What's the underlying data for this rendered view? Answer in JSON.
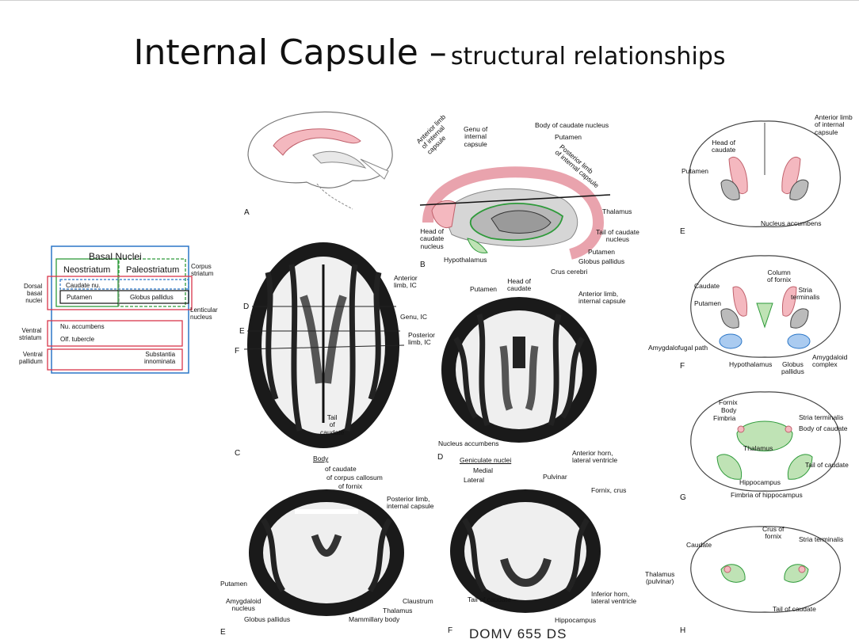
{
  "title": {
    "main": "Internal Capsule –",
    "sub": "structural relationships"
  },
  "footer": "DOMV 655 DS",
  "basal_nuclei": {
    "heading": "Basal Nuclei",
    "neostriatum": "Neostriatum",
    "paleostriatum": "Paleostriatum",
    "corpus_striatum": "Corpus\nstriatum",
    "caudate": "Caudate nu.",
    "putamen": "Putamen",
    "globus_pallidus": "Globus pallidus",
    "lenticular": "Lenticular\nnucleus",
    "dorsal": "Dorsal\nbasal\nnuclei",
    "ventral_striatum": "Ventral\nstriatum",
    "nu_accumbens": "Nu. accumbens",
    "olf_tubercle": "Olf. tubercle",
    "ventral_pallidum": "Ventral\npallidum",
    "substantia": "Substantia\ninnominata"
  },
  "panel_letters": {
    "a": "A",
    "b": "B",
    "c": "C",
    "d": "D",
    "e_bottom": "E",
    "f_bottom": "F",
    "e_right": "E",
    "f_right": "F",
    "g_right": "G",
    "h_right": "H"
  },
  "labels_b": {
    "genu": "Genu of\ninternal\ncapsule",
    "body_caudate": "Body of caudate nucleus",
    "putamen_top": "Putamen",
    "anterior_limb": "Anterior limb\nof internal\ncapsule",
    "posterior_limb": "Posterior limb\nof internal capsule",
    "thalamus": "Thalamus",
    "head_caudate": "Head of\ncaudate\nnucleus",
    "tail_caudate": "Tail of caudate\nnucleus",
    "putamen_bottom": "Putamen",
    "globus": "Globus pallidus",
    "crus": "Crus cerebri",
    "hypothalamus": "Hypothalamus"
  },
  "labels_c": {
    "anterior_limb": "Anterior\nlimb, IC",
    "genu": "Genu, IC",
    "posterior_limb": "Posterior\nlimb, IC",
    "tail": "Tail\nof\ncaudate",
    "d": "D",
    "e": "E",
    "f": "F"
  },
  "labels_d": {
    "putamen": "Putamen",
    "head_caudate": "Head of\ncaudate",
    "anterior_limb": "Anterior limb,\ninternal capsule",
    "nucleus_accumbens": "Nucleus  accumbens",
    "anterior_horn": "Anterior horn,\nlateral ventricle"
  },
  "labels_e": {
    "body": "Body",
    "of_caudate": "of caudate",
    "corpus_callosum": "of corpus callosum",
    "of_fornix": "of fornix",
    "posterior_limb": "Posterior limb,\ninternal capsule",
    "putamen": "Putamen",
    "amygdaloid": "Amygdaloid\nnucleus",
    "globus": "Globus pallidus",
    "mammillary": "Mammillary body",
    "claustrum": "Claustrum",
    "thalamus": "Thalamus"
  },
  "labels_f": {
    "geniculate": "Geniculate nuclei",
    "medial": "Medial",
    "lateral": "Lateral",
    "pulvinar": "Pulvinar",
    "fornix_crus": "Fornix, crus",
    "tail_caudate": "Tail of caudate",
    "inferior_horn": "Inferior horn,\nlateral ventricle",
    "hippocampus": "Hippocampus"
  },
  "labels_re": {
    "anterior_limb": "Anterior limb\nof internal\ncapsule",
    "head_caudate": "Head of\ncaudate",
    "putamen": "Putamen",
    "nucleus_accumbens": "Nucleus accumbens"
  },
  "labels_rf": {
    "column_fornix": "Column\nof fornix",
    "caudate": "Caudate",
    "stria": "Stria\nterminalis",
    "putamen": "Putamen",
    "amygdalofugal": "Amygdalofugal path",
    "amygdaloid": "Amygdaloid\ncomplex",
    "hypothalamus": "Hypothalamus",
    "globus": "Globus\npallidus"
  },
  "labels_rg": {
    "fornix": "Fornix",
    "body": "Body",
    "fimbria": "Fimbria",
    "stria": "Stria terminalis",
    "body_caudate": "Body of caudate",
    "thalamus": "Thalamus",
    "tail_caudate": "Tail of caudate",
    "hippocampus": "Hippocampus",
    "fimbria_hippo": "Fimbria of hippocampus"
  },
  "labels_rh": {
    "crus_fornix": "Crus of\nfornix",
    "stria": "Stria terminalis",
    "caudate": "Caudate",
    "thalamus": "Thalamus\n(pulvinar)",
    "tail_caudate": "Tail of caudate"
  },
  "colors": {
    "red_box": "#d9364a",
    "blue_box": "#2b76c7",
    "green_box": "#2e9a3a",
    "caudate_fill": "#f4b8bf",
    "green_fill": "#bfe3b5"
  }
}
